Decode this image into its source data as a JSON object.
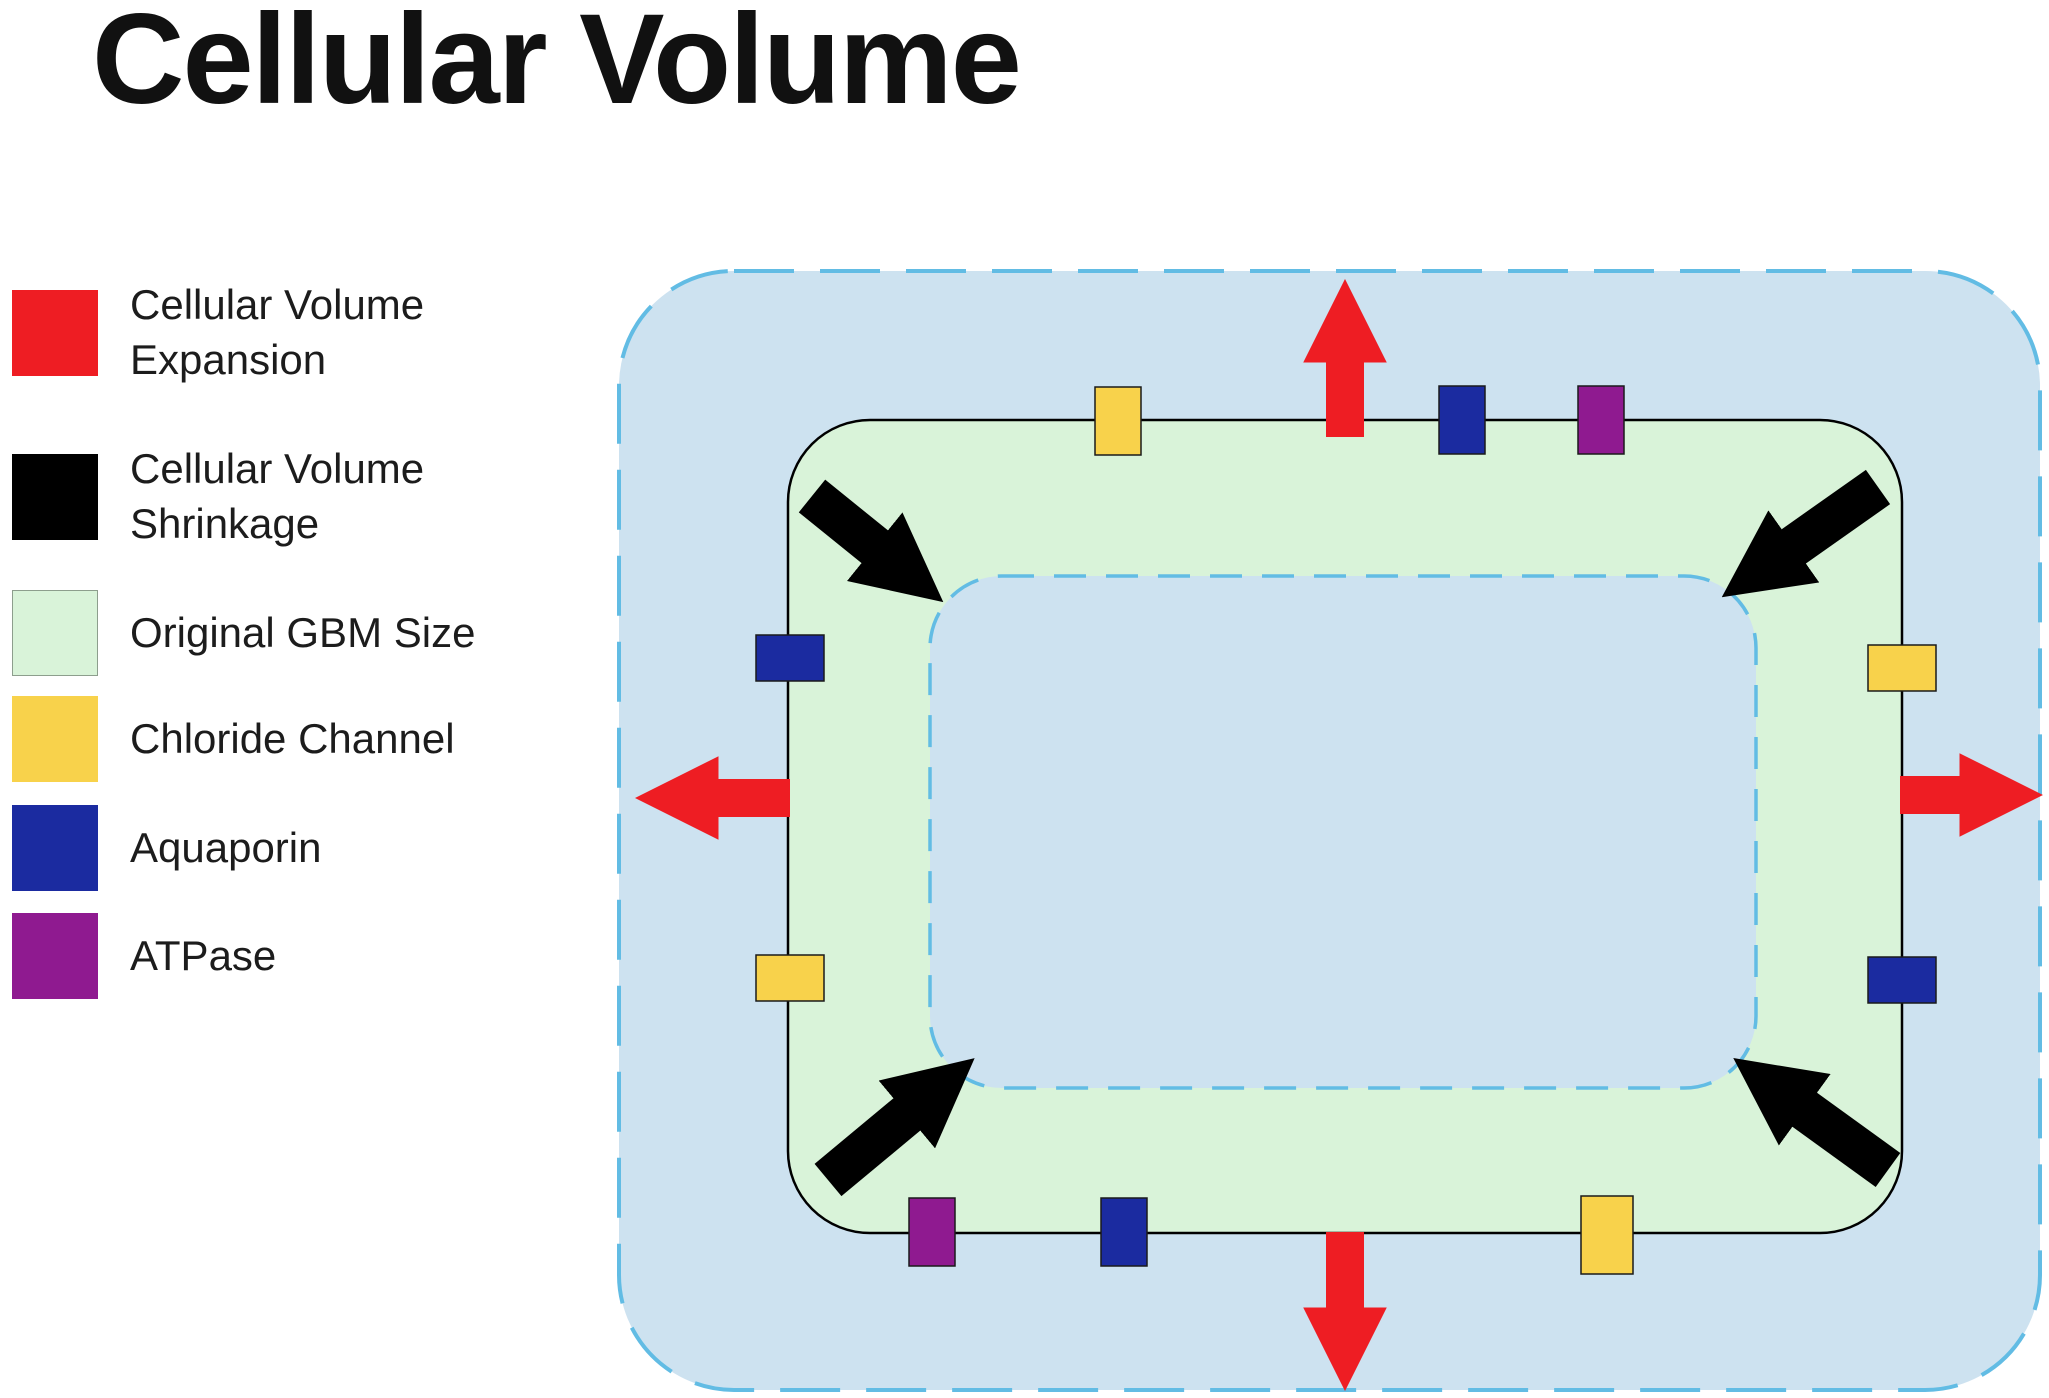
{
  "title": "Cellular Volume",
  "legend": {
    "items": [
      {
        "label": "Cellular Volume Expansion",
        "color": "#ee1d23"
      },
      {
        "label": "Cellular Volume Shrinkage",
        "color": "#000000"
      },
      {
        "label": "Original GBM Size",
        "color": "#d9f3d9"
      },
      {
        "label": "Chloride Channel",
        "color": "#f8d24b"
      },
      {
        "label": "Aquaporin",
        "color": "#1b2ba0"
      },
      {
        "label": "ATPase",
        "color": "#8f1a90"
      }
    ]
  },
  "colors": {
    "expansion_arrow": "#ee1d23",
    "shrinkage_arrow": "#000000",
    "gbm_fill": "#d9f3d9",
    "gbm_outline": "#000000",
    "chloride_channel": "#f8d24b",
    "aquaporin": "#1b2ba0",
    "atpase": "#8f1a90",
    "cell_fluid_fill": "#cde2f0",
    "membrane_dash": "#62bce4",
    "channel_outline": "#1a1a1a"
  },
  "diagram": {
    "regions": [
      {
        "name": "expanded-cell-region",
        "meaning": "Cellular Volume Expansion"
      },
      {
        "name": "original-gbm-region",
        "meaning": "Original GBM Size"
      },
      {
        "name": "shrunken-cell-region",
        "meaning": "Cellular Volume Shrinkage"
      }
    ],
    "expansion_arrows": [
      "top",
      "bottom",
      "left",
      "right"
    ],
    "shrinkage_arrows": [
      "top-left",
      "top-right",
      "bottom-left",
      "bottom-right"
    ],
    "channels": [
      {
        "type": "chloride-channel",
        "edge": "top"
      },
      {
        "type": "aquaporin",
        "edge": "top"
      },
      {
        "type": "atpase",
        "edge": "top"
      },
      {
        "type": "aquaporin",
        "edge": "left"
      },
      {
        "type": "chloride-channel",
        "edge": "left"
      },
      {
        "type": "chloride-channel",
        "edge": "right"
      },
      {
        "type": "aquaporin",
        "edge": "right"
      },
      {
        "type": "atpase",
        "edge": "bottom"
      },
      {
        "type": "aquaporin",
        "edge": "bottom"
      },
      {
        "type": "chloride-channel",
        "edge": "bottom"
      }
    ]
  }
}
